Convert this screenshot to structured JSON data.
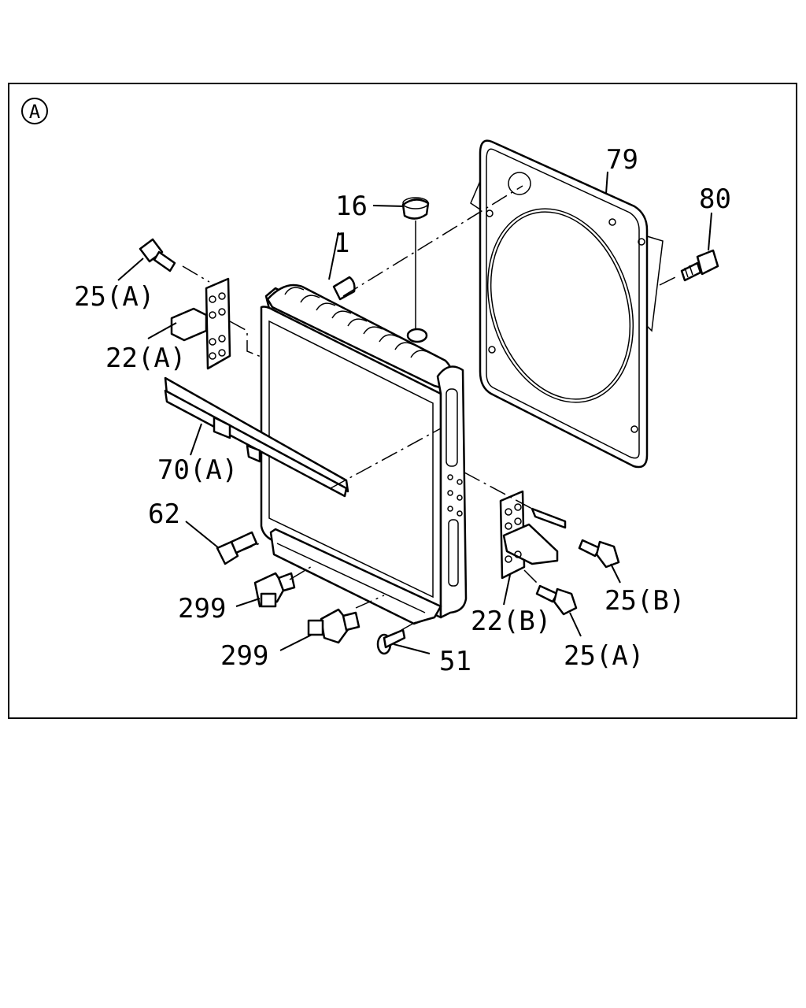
{
  "view_marker": "A",
  "callouts": {
    "c79": "79",
    "c80": "80",
    "c16": "16",
    "c1": "1",
    "c25a_top": "25(A)",
    "c22a": "22(A)",
    "c70a": "70(A)",
    "c62": "62",
    "c299_a": "299",
    "c299_b": "299",
    "c51": "51",
    "c22b": "22(B)",
    "c25b": "25(B)",
    "c25a_bottom": "25(A)"
  }
}
